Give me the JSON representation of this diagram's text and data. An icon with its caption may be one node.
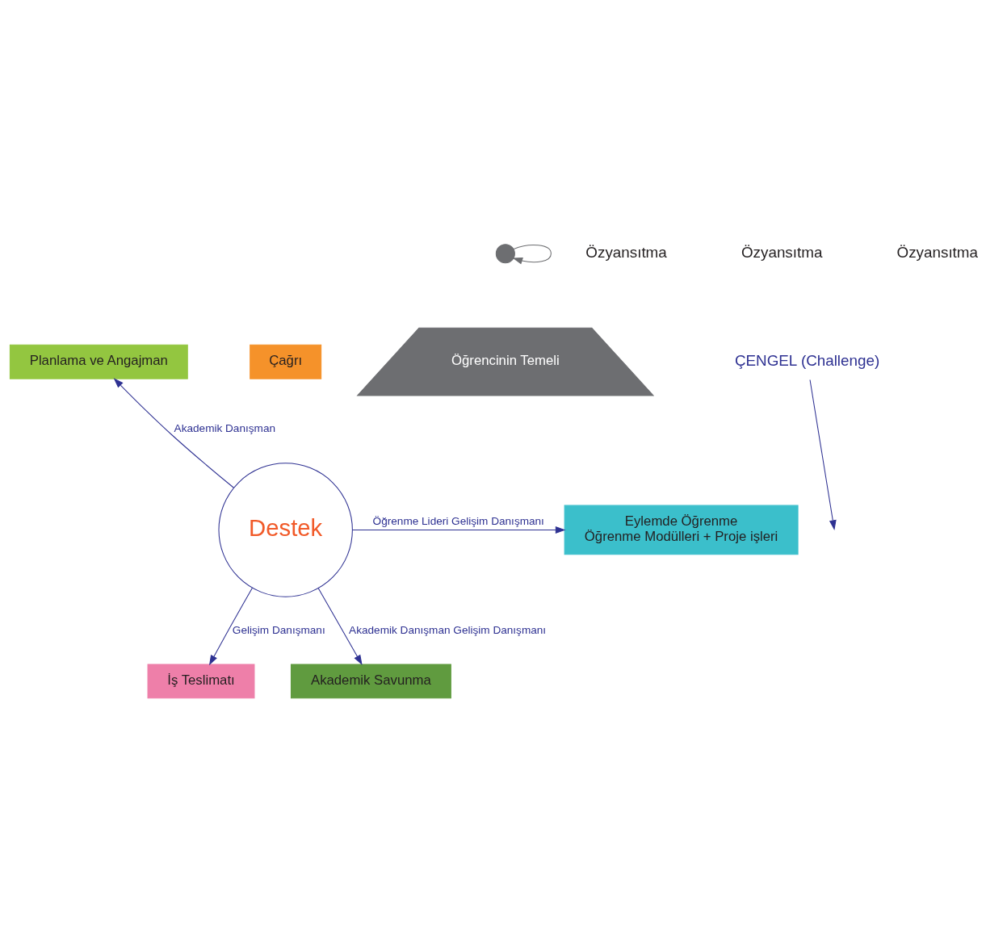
{
  "diagram": {
    "nodes": [
      {
        "text": [
          "Destek"
        ]
      },
      {
        "text": [
          "Çağrı"
        ]
      },
      {
        "text": [
          "Planlama ve Angajman"
        ]
      },
      {
        "text": [
          "Eylemde Öğrenme",
          "Öğrenme Modülleri + Proje işleri"
        ]
      },
      {
        "text": [
          "İş Teslimatı"
        ]
      },
      {
        "text": [
          "Akademik Savunma"
        ]
      },
      {
        "text": [
          "Öğrencinin Temeli"
        ]
      },
      {
        "text": [
          "ÇENGEL (Challenge)"
        ]
      },
      {
        "text": [],
        "shape": "circle"
      }
    ],
    "edges": [
      {
        "from": 0,
        "to": 2,
        "arrow": "to",
        "label": "Akademik Danışman"
      },
      {
        "from": 0,
        "to": 3,
        "arrow": "to",
        "label": "Öğrenme Lideri Gelişim Danışmanı"
      },
      {
        "from": 0,
        "to": 4,
        "arrow": "to",
        "label": "Gelişim Danışmanı"
      },
      {
        "from": 0,
        "to": 5,
        "arrow": "to",
        "label": "Akademik Danışman Gelişim Danışmanı"
      },
      {
        "from": 8,
        "to": 8,
        "arrow": "to",
        "color": "#6d6e71"
      },
      {
        "from": 7,
        "to": null,
        "arrow": "to"
      }
    ],
    "labels": [
      "Özyansıtma",
      "Özyansıtma",
      "Özyansıtma"
    ]
  }
}
